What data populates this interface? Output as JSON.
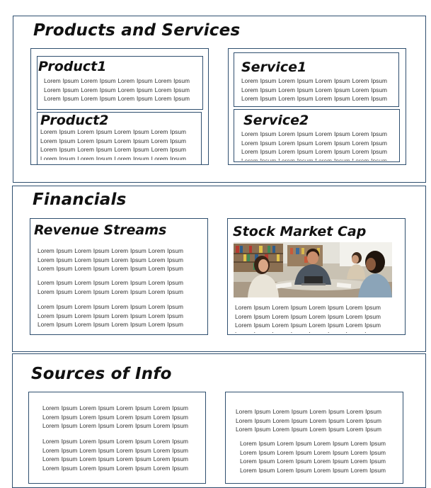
{
  "sections": {
    "products_services": {
      "title": "Products and Services",
      "product1": {
        "title": "Product1",
        "text": "Lorem Ipsum Lorem Ipsum Lorem Ipsum Lorem Ipsum Lorem Ipsum Lorem Ipsum Lorem Ipsum Lorem Ipsum Lorem Ipsum Lorem Ipsum Lorem Ipsum Lorem Ipsum Lorem Ipsum Lorem Ipsum Lorem Ipsum Lorem Ipsum Lorem Ipsum Lorem Ipsum Lorem Ipsum Lorem Ipsum"
      },
      "product2": {
        "title": "Product2",
        "text": "Lorem Ipsum Lorem Ipsum Lorem Ipsum Lorem Ipsum Lorem Ipsum Lorem Ipsum Lorem Ipsum Lorem Ipsum Lorem Ipsum Lorem Ipsum Lorem Ipsum Lorem Ipsum Lorem Ipsum Lorem Ipsum Lorem Ipsum Lorem Ipsum Lorem Ipsum Lorem Ipsum Lorem Ipsum Lorem Ipsum"
      },
      "service1": {
        "title": "Service1",
        "text": "Lorem Ipsum Lorem Ipsum Lorem Ipsum Lorem Ipsum Lorem Ipsum Lorem Ipsum Lorem Ipsum Lorem Ipsum Lorem Ipsum Lorem Ipsum Lorem Ipsum Lorem Ipsum Lorem Ipsum Lorem Ipsum Lorem Ipsum Lorem Ipsum Lorem Ipsum Lorem Ipsum Lorem Ipsum Lorem Ipsum"
      },
      "service2": {
        "title": "Service2",
        "text": "Lorem Ipsum Lorem Ipsum Lorem Ipsum Lorem Ipsum Lorem Ipsum Lorem Ipsum Lorem Ipsum Lorem Ipsum Lorem Ipsum Lorem Ipsum Lorem Ipsum Lorem Ipsum Lorem Ipsum Lorem Ipsum Lorem Ipsum Lorem Ipsum Lorem Ipsum Lorem Ipsum Lorem Ipsum Lorem Ipsum"
      }
    },
    "financials": {
      "title": "Financials",
      "revenue": {
        "title": "Revenue Streams",
        "paragraphs": [
          "Lorem Ipsum Lorem Ipsum Lorem Ipsum Lorem Ipsum Lorem Ipsum Lorem Ipsum Lorem Ipsum Lorem Ipsum Lorem Ipsum Lorem Ipsum Lorem Ipsum Lorem Ipsum Lorem Ipsum Lorem Ipsum Lorem Ipsum",
          "Lorem Ipsum Lorem Ipsum Lorem Ipsum Lorem Ipsum Lorem Ipsum Lorem Ipsum Lorem Ipsum Lorem Ipsum Lorem Ipsum Lorem Ipsum",
          "Lorem Ipsum Lorem Ipsum Lorem Ipsum Lorem Ipsum Lorem Ipsum Lorem Ipsum Lorem Ipsum Lorem Ipsum Lorem Ipsum Lorem Ipsum Lorem Ipsum Lorem Ipsum Lorem Ipsum Lorem Ipsum Lorem Ipsum"
        ]
      },
      "stock": {
        "title": "Stock Market Cap",
        "text": "Lorem Ipsum Lorem Ipsum Lorem Ipsum Lorem Ipsum Lorem Ipsum Lorem Ipsum Lorem Ipsum Lorem Ipsum Lorem Ipsum Lorem Ipsum Lorem Ipsum Lorem Ipsum Lorem Ipsum Lorem Ipsum Lorem Ipsum Lorem Ipsum Lorem Ipsum Lorem Ipsum Lorem Ipsum Lorem Ipsum"
      }
    },
    "sources": {
      "title": "Sources of Info",
      "left": {
        "paragraphs": [
          "Lorem Ipsum Lorem Ipsum Lorem Ipsum Lorem Ipsum Lorem Ipsum Lorem Ipsum Lorem Ipsum Lorem Ipsum Lorem Ipsum Lorem Ipsum Lorem Ipsum Lorem Ipsum Lorem Ipsum Lorem Ipsum Lorem Ipsum",
          "Lorem Ipsum Lorem Ipsum Lorem Ipsum Lorem Ipsum Lorem Ipsum Lorem Ipsum Lorem Ipsum Lorem Ipsum Lorem Ipsum Lorem Ipsum Lorem Ipsum Lorem Ipsum Lorem Ipsum Lorem Ipsum Lorem Ipsum Lorem Ipsum Lorem Ipsum Lorem Ipsum Lorem Ipsum Lorem Ipsum"
        ]
      },
      "right": {
        "paragraphs": [
          "Lorem Ipsum Lorem Ipsum Lorem Ipsum Lorem Ipsum Lorem Ipsum Lorem Ipsum Lorem Ipsum Lorem Ipsum Lorem Ipsum Lorem Ipsum Lorem Ipsum Lorem Ipsum Lorem Ipsum Lorem Ipsum Lorem Ipsum",
          "Lorem Ipsum Lorem Ipsum Lorem Ipsum Lorem Ipsum Lorem Ipsum Lorem Ipsum Lorem Ipsum Lorem Ipsum Lorem Ipsum Lorem Ipsum Lorem Ipsum Lorem Ipsum Lorem Ipsum Lorem Ipsum Lorem Ipsum Lorem Ipsum Lorem Ipsum Lorem Ipsum Lorem Ipsum Lorem Ipsum"
        ]
      }
    }
  },
  "colors": {
    "border": "#2f4f6f",
    "text": "#333333",
    "heading": "#111111"
  },
  "icons": {
    "stock_photo": "classroom-students-photo"
  }
}
